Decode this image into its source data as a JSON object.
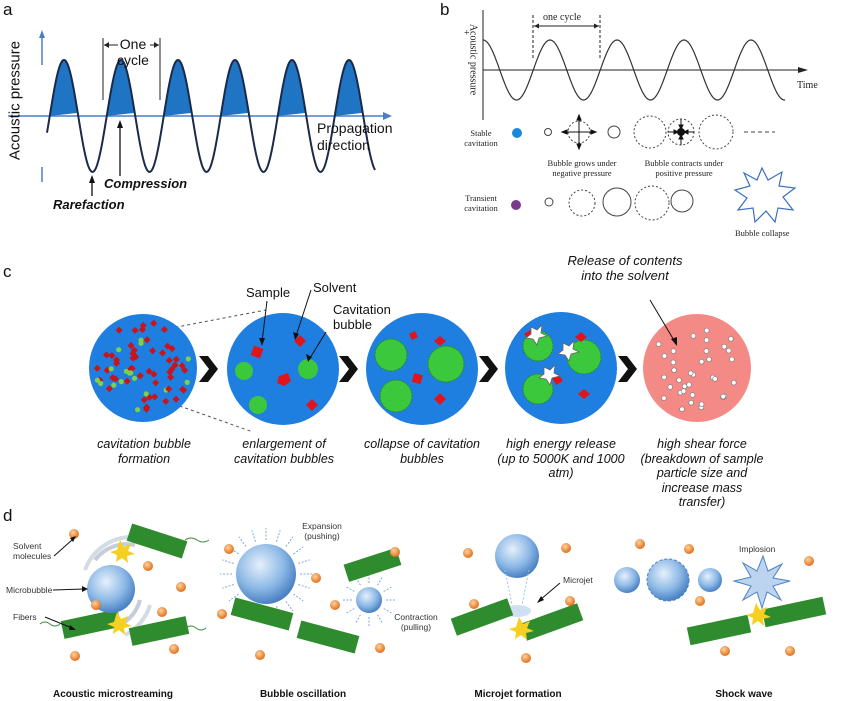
{
  "panel_labels": {
    "a": "a",
    "b": "b",
    "c": "c",
    "d": "d"
  },
  "panel_a": {
    "y_axis": "Acoustic pressure",
    "one_cycle": "One cycle",
    "propagation": "Propagation direction",
    "compression": "Compression",
    "rarefaction": "Rarefaction",
    "colors": {
      "fill": "#1f74c4",
      "wave": "#1a2a4a",
      "axis": "#4a7fc6"
    }
  },
  "panel_b": {
    "one_cycle": "one cycle",
    "y_axis": "Acoustic pressure",
    "plus": "+",
    "time": "Time",
    "stable_label": "Stable cavitation",
    "stable_grow": "Bubble grows under negative pressure",
    "stable_contract": "Bubble contracts under positive pressure",
    "transient_label": "Transient cavitation",
    "collapse": "Bubble collapse",
    "colors": {
      "stable_dot": "#1e88d8",
      "transient_dot": "#7a3b8f"
    }
  },
  "panel_c": {
    "release": "Release of contents into the solvent",
    "sample": "Sample",
    "solvent": "Solvent",
    "cavitation_bubble": "Cavitation bubble",
    "captions": [
      "cavitation bubble formation",
      "enlargement of cavitation bubbles",
      "collapse of cavitation bubbles",
      "high energy release (up to 5000K and 1000 atm)",
      "high shear force (breakdown of sample particle size and increase mass transfer)"
    ],
    "colors": {
      "medium": "#1e7fe0",
      "bubble": "#3cc83c",
      "sample": "#e0151b",
      "final": "#f48a86",
      "arrow": "#111111"
    }
  },
  "panel_d": {
    "solvent_molecules": "Solvent molecules",
    "microbubble": "Microbubble",
    "fibers": "Fibers",
    "expansion": "Expansion (pushing)",
    "contraction": "Contraction (pulling)",
    "microjet": "Microjet",
    "implosion": "Implosion",
    "captions": [
      "Acoustic microstreaming",
      "Bubble oscillation",
      "Microjet formation",
      "Shock wave"
    ],
    "colors": {
      "fiber": "#2e8b2e",
      "molecule": "#f08a2c",
      "bubble": "#7fb0e0",
      "spark": "#f5d020"
    }
  }
}
